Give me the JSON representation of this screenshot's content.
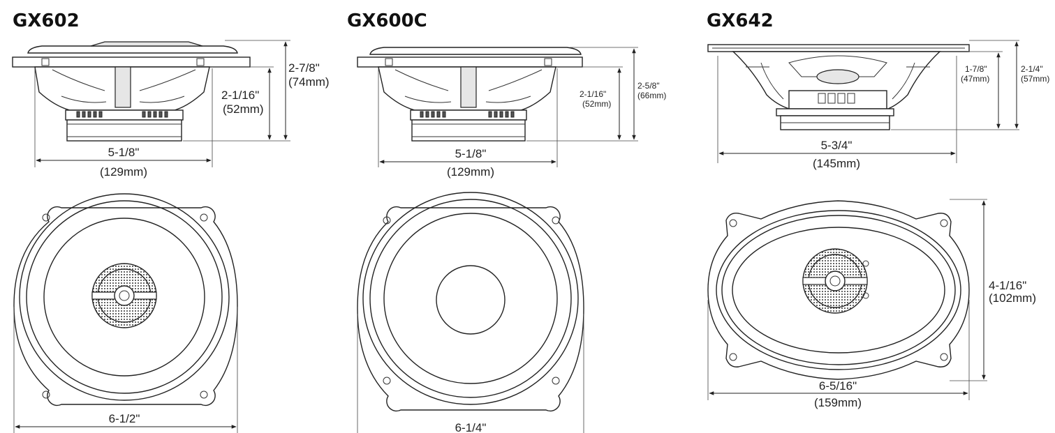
{
  "models": [
    {
      "name": "GX602",
      "side_view": {
        "inner_depth": {
          "imperial": "2-1/16\"",
          "metric": "(52mm)"
        },
        "total_depth": {
          "imperial": "2-7/8\"",
          "metric": "(74mm)"
        },
        "mount_width": {
          "imperial": "5-1/8\"",
          "metric": "(129mm)"
        }
      },
      "front_view": {
        "outer_width": {
          "imperial": "6-1/2\""
        }
      }
    },
    {
      "name": "GX600C",
      "side_view": {
        "inner_depth": {
          "imperial": "2-1/16\"",
          "metric": "(52mm)"
        },
        "total_depth": {
          "imperial": "2-5/8\"",
          "metric": "(66mm)"
        },
        "mount_width": {
          "imperial": "5-1/8\"",
          "metric": "(129mm)"
        }
      },
      "front_view": {
        "outer_width": {
          "imperial": "6-1/4\""
        }
      }
    },
    {
      "name": "GX642",
      "side_view": {
        "inner_depth": {
          "imperial": "1-7/8\"",
          "metric": "(47mm)"
        },
        "total_depth": {
          "imperial": "2-1/4\"",
          "metric": "(57mm)"
        },
        "mount_width": {
          "imperial": "5-3/4\"",
          "metric": "(145mm)"
        }
      },
      "front_view": {
        "height": {
          "imperial": "4-1/16\"",
          "metric": "(102mm)"
        },
        "width": {
          "imperial": "6-5/16\"",
          "metric": "(159mm)"
        }
      }
    }
  ]
}
